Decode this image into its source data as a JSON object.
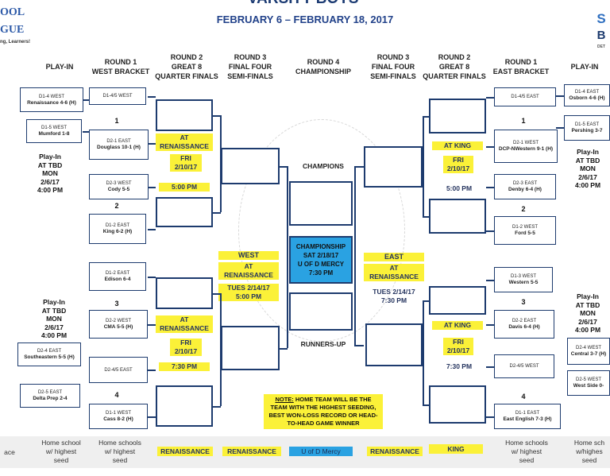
{
  "header": {
    "title": "VARSITY BOYS'",
    "dates": "FEBRUARY 6 – FEBRUARY 18, 2017",
    "logo_left": [
      "OOL",
      "GUE",
      "ng, Learners!"
    ],
    "logo_right": [
      "S",
      "B",
      "DET"
    ]
  },
  "columns": [
    {
      "key": "playin_l",
      "label": "PLAY-IN"
    },
    {
      "key": "r1_w",
      "label": "ROUND 1\nWEST BRACKET"
    },
    {
      "key": "r2_w",
      "label": "ROUND 2\nGREAT 8\nQUARTER FINALS"
    },
    {
      "key": "r3_w",
      "label": "ROUND 3\nFINAL FOUR\nSEMI-FINALS"
    },
    {
      "key": "r4",
      "label": "ROUND 4\nCHAMPIONSHIP"
    },
    {
      "key": "r3_e",
      "label": "ROUND 3\nFINAL FOUR\nSEMI-FINALS"
    },
    {
      "key": "r2_e",
      "label": "ROUND 2\nGREAT 8\nQUARTER FINALS"
    },
    {
      "key": "r1_e",
      "label": "ROUND 1\nEAST BRACKET"
    },
    {
      "key": "playin_r",
      "label": "PLAY-IN"
    }
  ],
  "west": {
    "playin_top": [
      "D1-4 WEST",
      "Renaissance 4-6 (H)"
    ],
    "playin_top2": [
      "D1-5 WEST",
      "Mumford 1-8"
    ],
    "playin_bot": [
      "D2-4 EAST",
      "Southeastern 5-5 (H)"
    ],
    "playin_bot2": [
      "D2-5 EAST",
      "Delta Prep 2-4"
    ],
    "playin_info": "Play-In\nAT TBD\nMON\n2/6/17\n4:00 PM",
    "r1": [
      [
        "D1-4/5 WEST"
      ],
      [
        "D2-1 EAST",
        "Douglass 10-1 (H)"
      ],
      [
        "D2-3 WEST",
        "Cody 5-5"
      ],
      [
        "D1-2 EAST",
        "King 6-2 (H)"
      ],
      [
        "D1-2 EAST",
        "Edison 6-4"
      ],
      [
        "D2-2 WEST",
        "CMA 5-5 (H)"
      ],
      [
        "D2-4/5 EAST"
      ],
      [
        "D1-1 WEST",
        "Cass 8-2 (H)"
      ]
    ],
    "seeds": [
      "1",
      "2",
      "3",
      "4"
    ],
    "r2_top": {
      "site": "AT\nRENAISSANCE",
      "day": "FRI\n2/10/17",
      "time": "5:00 PM"
    },
    "r2_bot": {
      "site": "AT\nRENAISSANCE",
      "day": "FRI\n2/10/17",
      "time": "7:30 PM"
    },
    "r3": {
      "name": "WEST",
      "site": "AT\nRENAISSANCE",
      "when": "TUES 2/14/17\n5:00 PM"
    }
  },
  "east": {
    "playin_top": [
      "D1-4 EAST",
      "Osborn 4-6 (H)"
    ],
    "playin_top2": [
      "D1-5 EAST",
      "Pershing 3-7"
    ],
    "playin_bot": [
      "D2-4 WEST",
      "Central 3-7 (H)"
    ],
    "playin_bot2": [
      "D2-5 WEST",
      "West Side 0-"
    ],
    "playin_info": "Play-In\nAT TBD\nMON\n2/6/17\n4:00 PM",
    "r1": [
      [
        "D1-4/5 EAST"
      ],
      [
        "D2-1 WEST",
        "DCP-NWestern 9-1 (H)"
      ],
      [
        "D2-3 EAST",
        "Denby 6-4 (H)"
      ],
      [
        "D1-2 WEST",
        "Ford 5-5"
      ],
      [
        "D1-3 WEST",
        "Western 5-5"
      ],
      [
        "D2-2 EAST",
        "Davis 6-4 (H)"
      ],
      [
        "D2-4/5 WEST"
      ],
      [
        "D1-1 EAST",
        "East English 7-3 (H)"
      ]
    ],
    "seeds": [
      "1",
      "2",
      "3",
      "4"
    ],
    "r2_top": {
      "site": "AT KING",
      "day": "FRI\n2/10/17",
      "time": "5:00 PM"
    },
    "r2_bot": {
      "site": "AT KING",
      "day": "FRI\n2/10/17",
      "time": "7:30 PM"
    },
    "r3": {
      "name": "EAST",
      "site": "AT\nRENAISSANCE",
      "when": "TUES 2/14/17\n7:30 PM"
    }
  },
  "center": {
    "champions": "CHAMPIONS",
    "runners_up": "RUNNERS-UP",
    "championship": "CHAMPIONSHIP\nSAT 2/18/17\nU OF D MERCY\n7:30 PM"
  },
  "note": {
    "label": "NOTE:",
    "text": " HOME TEAM WILL BE THE TEAM WITH THE HIGHEST SEEDING, BEST WON-LOSS RECORD OR HEAD-TO-HEAD GAME WINNER"
  },
  "footer": {
    "left_cut": "ace",
    "home_school": "Home school\nw/ highest\nseed",
    "home_schools": "Home schools\nw/ highest\nseed",
    "home_schools_r": "Home schools\nw/ highest\nseed",
    "home_schools_rr": "Home sch\nw/highes\nseed",
    "renaissance": "RENAISSANCE",
    "udm": "U of D Mercy",
    "king": "KING"
  },
  "colors": {
    "navy": "#1d3b6e",
    "yellow": "#fbf138",
    "blue": "#2aa2e2"
  }
}
